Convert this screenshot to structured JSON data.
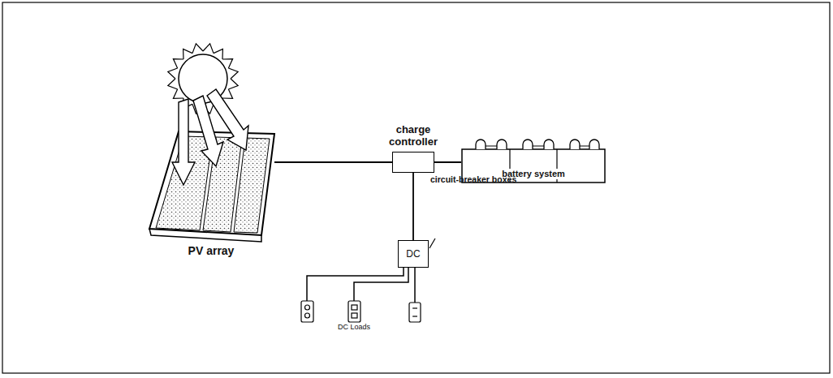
{
  "diagram": {
    "nodes": [
      {
        "text": [
          "PV array"
        ]
      },
      {
        "text": [
          "charge controller"
        ]
      },
      {
        "text": [
          "battery system"
        ]
      },
      {
        "text": [
          "DC"
        ]
      }
    ],
    "edges": [
      {
        "from": 0,
        "to": 1,
        "arrow": "none"
      },
      {
        "from": 1,
        "to": 2,
        "arrow": "none"
      },
      {
        "from": 1,
        "to": 3,
        "arrow": "none"
      }
    ],
    "labels": [
      "circuit-breaker boxes",
      "DC Loads"
    ]
  }
}
